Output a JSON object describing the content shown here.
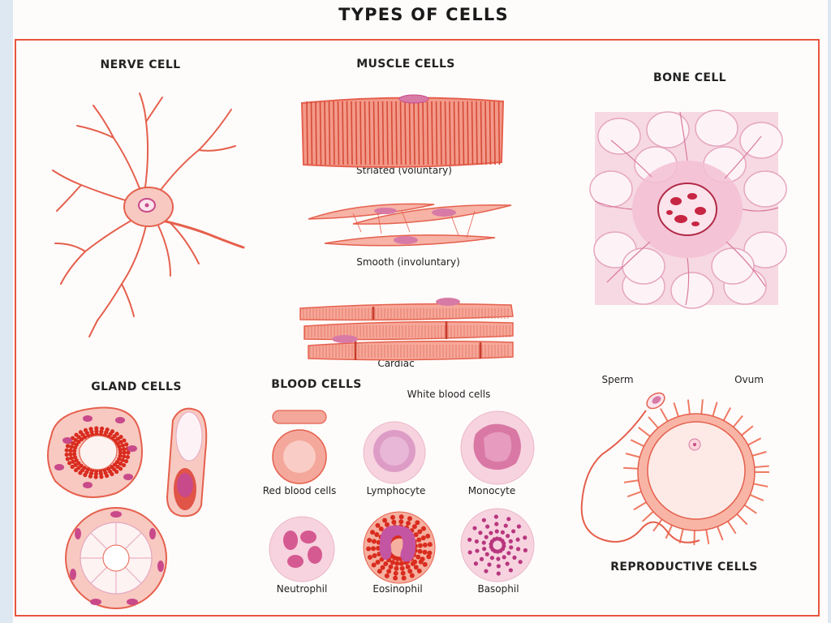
{
  "title": "TYPES OF CELLS",
  "colors": {
    "frame": "#e8563f",
    "cell_line": "#e5604d",
    "cell_fill": "#f7c9c1",
    "nucleus": "#c94a8a",
    "granule": "#d9261c",
    "bone_bg": "#f6d9e3"
  },
  "sections": {
    "nerve": {
      "heading": "NERVE CELL"
    },
    "muscle": {
      "heading": "MUSCLE CELLS",
      "striated": "Striated (voluntary)",
      "smooth": "Smooth (involuntary)",
      "cardiac": "Cardiac"
    },
    "bone": {
      "heading": "BONE CELL"
    },
    "gland": {
      "heading": "GLAND CELLS"
    },
    "blood": {
      "heading": "BLOOD CELLS",
      "white_heading": "White blood cells",
      "red": "Red blood cells",
      "lymphocyte": "Lymphocyte",
      "monocyte": "Monocyte",
      "neutrophil": "Neutrophil",
      "eosinophil": "Eosinophil",
      "basophil": "Basophil"
    },
    "reproductive": {
      "heading": "REPRODUCTIVE CELLS",
      "sperm": "Sperm",
      "ovum": "Ovum"
    }
  }
}
